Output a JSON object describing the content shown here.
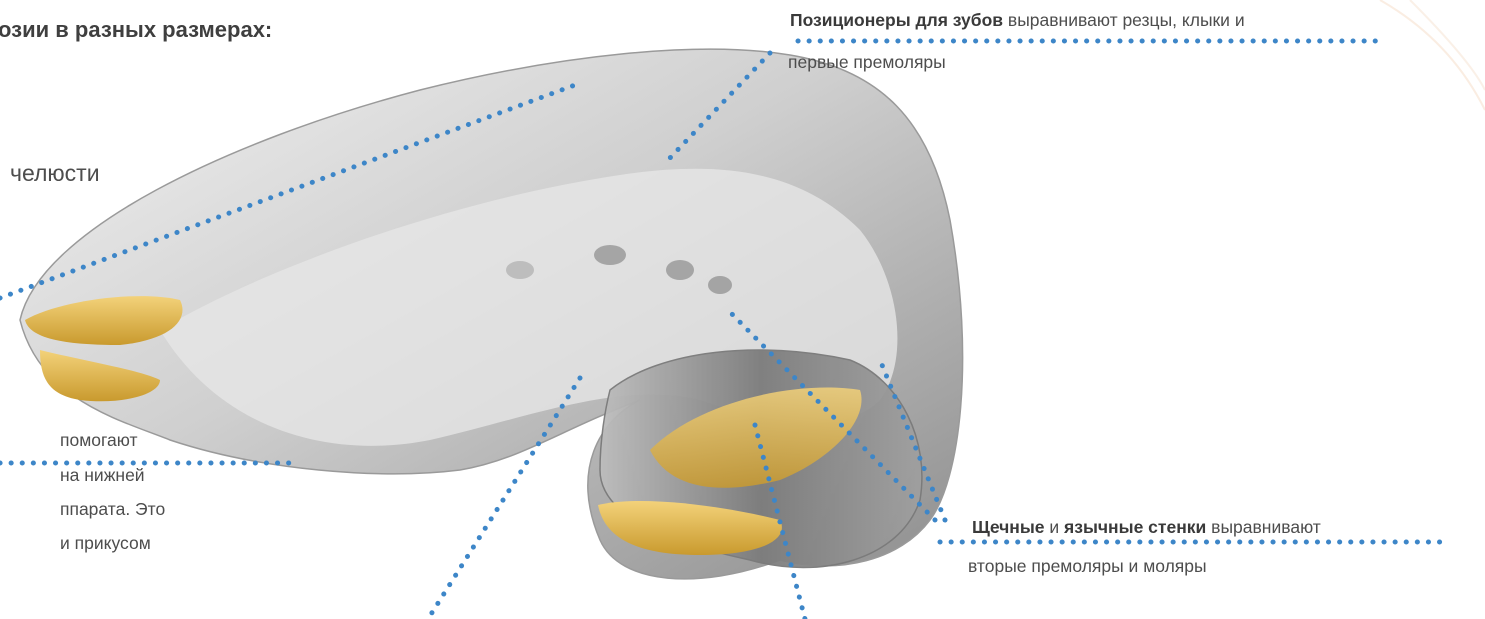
{
  "heading": "озии в разных размерах:",
  "jaw_text": "челюсти",
  "left_lines": [
    "помогают",
    "на нижней",
    "ппарата. Это",
    "и прикусом"
  ],
  "positioners": {
    "bold": "Позиционеры для зубов",
    "rest": " выравнивают резцы, клыки и",
    "line2": "первые премоляры"
  },
  "walls": {
    "bold1": "Щечные",
    "mid": " и ",
    "bold2": "язычные стенки",
    "rest": " выравнивают",
    "line2": "вторые премоляры и моляры"
  },
  "colors": {
    "dots": "#3d86c8",
    "gold": "#e9b43c"
  }
}
